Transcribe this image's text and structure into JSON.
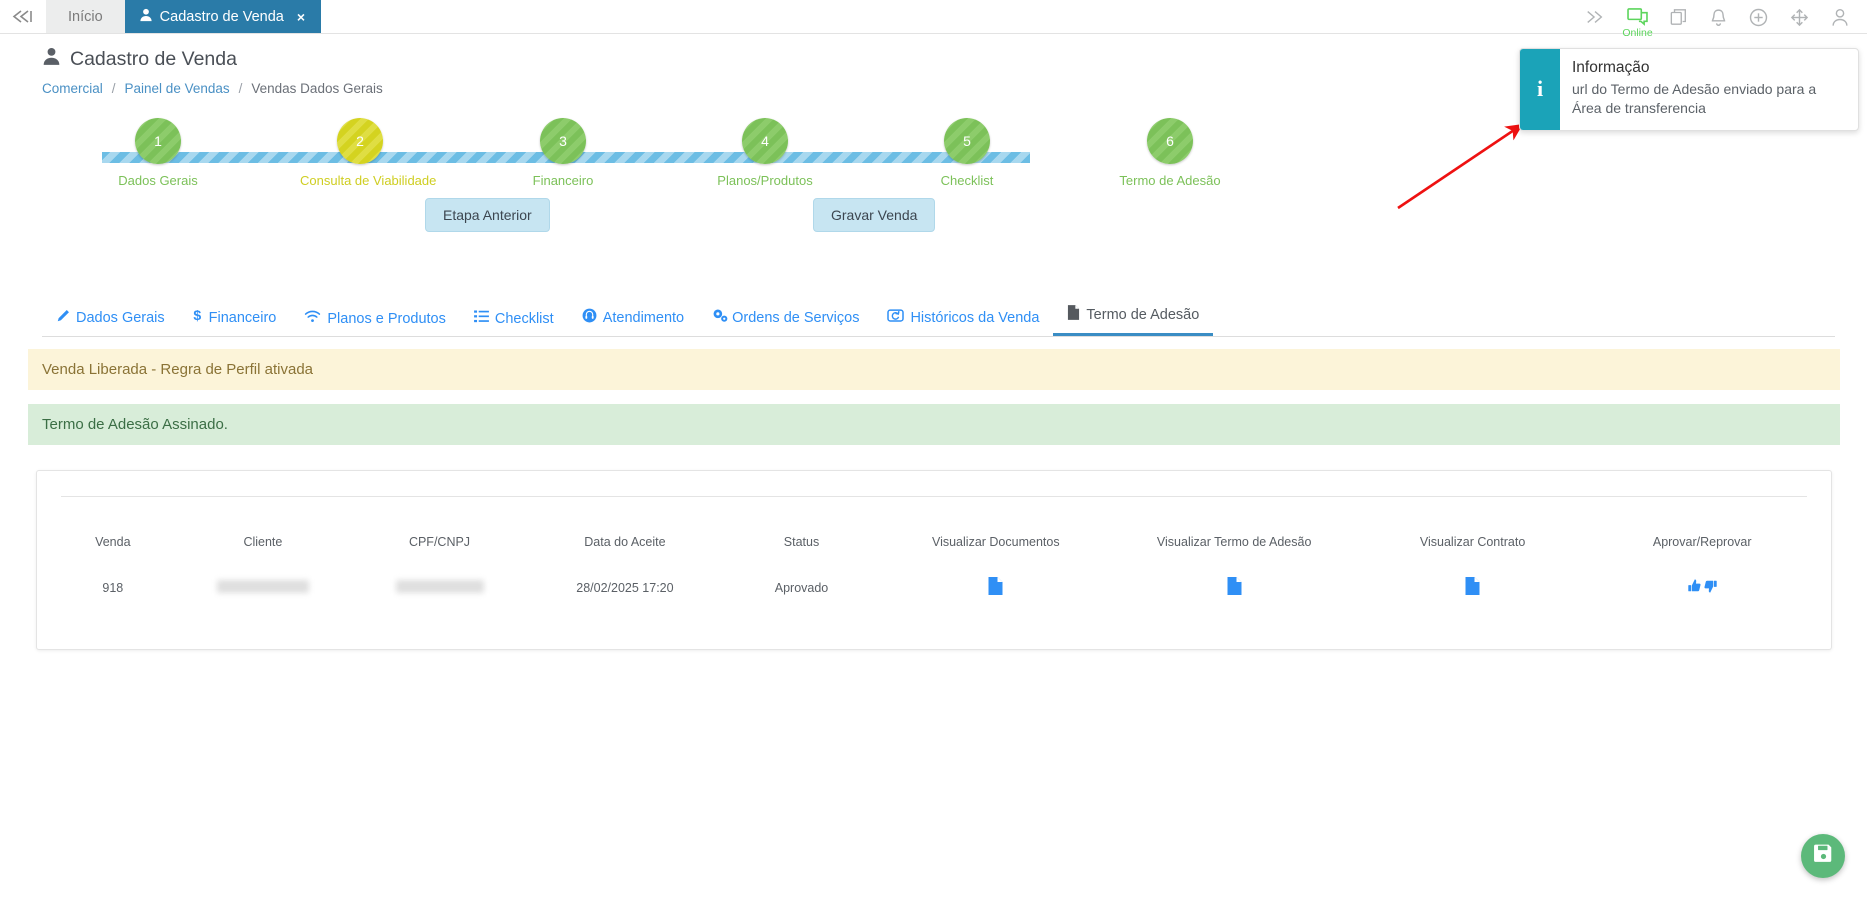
{
  "topbar": {
    "collapse_icon": "collapse-left-icon",
    "tabs": [
      {
        "label": "Início",
        "icon": null,
        "active": false
      },
      {
        "label": "Cadastro de Venda",
        "icon": "user-icon",
        "active": true,
        "close": "×"
      }
    ],
    "right_icons": [
      {
        "name": "fast-forward-icon",
        "label": ""
      },
      {
        "name": "chat-online-icon",
        "label": "Online"
      },
      {
        "name": "copy-icon",
        "label": ""
      },
      {
        "name": "bell-icon",
        "label": ""
      },
      {
        "name": "plus-circle-icon",
        "label": ""
      },
      {
        "name": "move-arrows-icon",
        "label": ""
      },
      {
        "name": "user-account-icon",
        "label": ""
      }
    ]
  },
  "header": {
    "title": "Cadastro de Venda",
    "title_icon": "user-icon",
    "breadcrumb": [
      {
        "label": "Comercial",
        "link": true
      },
      {
        "label": "/",
        "link": false
      },
      {
        "label": "Painel de Vendas",
        "link": true
      },
      {
        "label": "/",
        "link": false
      },
      {
        "label": "Vendas Dados Gerais",
        "link": false
      }
    ]
  },
  "wizard": {
    "steps": [
      {
        "number": "1",
        "label": "Dados Gerais",
        "color": "green"
      },
      {
        "number": "2",
        "label": "Consulta de Viabilidade",
        "color": "yellow"
      },
      {
        "number": "3",
        "label": "Financeiro",
        "color": "green"
      },
      {
        "number": "4",
        "label": "Planos/Produtos",
        "color": "green"
      },
      {
        "number": "5",
        "label": "Checklist",
        "color": "green"
      },
      {
        "number": "6",
        "label": "Termo de Adesão",
        "color": "green"
      }
    ],
    "buttons": {
      "previous": "Etapa Anterior",
      "save": "Gravar Venda"
    }
  },
  "tabs": [
    {
      "label": "Dados Gerais",
      "icon": "pencil-icon",
      "selected": false
    },
    {
      "label": "Financeiro",
      "icon": "dollar-icon",
      "selected": false
    },
    {
      "label": "Planos e Produtos",
      "icon": "wifi-icon",
      "selected": false
    },
    {
      "label": "Checklist",
      "icon": "list-icon",
      "selected": false
    },
    {
      "label": "Atendimento",
      "icon": "headset-icon",
      "selected": false
    },
    {
      "label": "Ordens de Serviços",
      "icon": "gears-icon",
      "selected": false
    },
    {
      "label": "Históricos da Venda",
      "icon": "history-icon",
      "selected": false
    },
    {
      "label": "Termo de Adesão",
      "icon": "document-icon",
      "selected": true
    }
  ],
  "alerts": [
    {
      "type": "warning",
      "text": "Venda Liberada - Regra de Perfil ativada"
    },
    {
      "type": "success",
      "text": "Termo de Adesão Assinado."
    }
  ],
  "table": {
    "columns": [
      "Venda",
      "Cliente",
      "CPF/CNPJ",
      "Data do Aceite",
      "Status",
      "Visualizar Documentos",
      "Visualizar Termo de Adesão",
      "Visualizar Contrato",
      "Aprovar/Reprovar"
    ],
    "rows": [
      {
        "venda": "918",
        "cliente": "",
        "cliente_redacted": true,
        "cpf_cnpj": "",
        "cpf_cnpj_redacted": true,
        "data_aceite": "28/02/2025 17:20",
        "status": "Aprovado",
        "visualizar_documentos_icon": "file-icon",
        "visualizar_termo_icon": "file-icon",
        "visualizar_contrato_icon": "file-icon",
        "aprovar_reprovar_icon": "thumbs-up-down-icon"
      }
    ]
  },
  "toast": {
    "icon": "i",
    "icon_name": "info-icon",
    "title": "Informação",
    "message": "url do Termo de Adesão enviado para a Área de transferencia"
  },
  "fab": {
    "icon": "save-floppy-icon",
    "color": "#5cb97a"
  },
  "annotation": {
    "arrow_color": "#ee1111"
  },
  "colors": {
    "tab_active_bg": "#2a7ba8",
    "link": "#2f8ff5",
    "step_green": "#7cc159",
    "step_yellow": "#d4d320",
    "toast_accent": "#1ba3b8"
  }
}
